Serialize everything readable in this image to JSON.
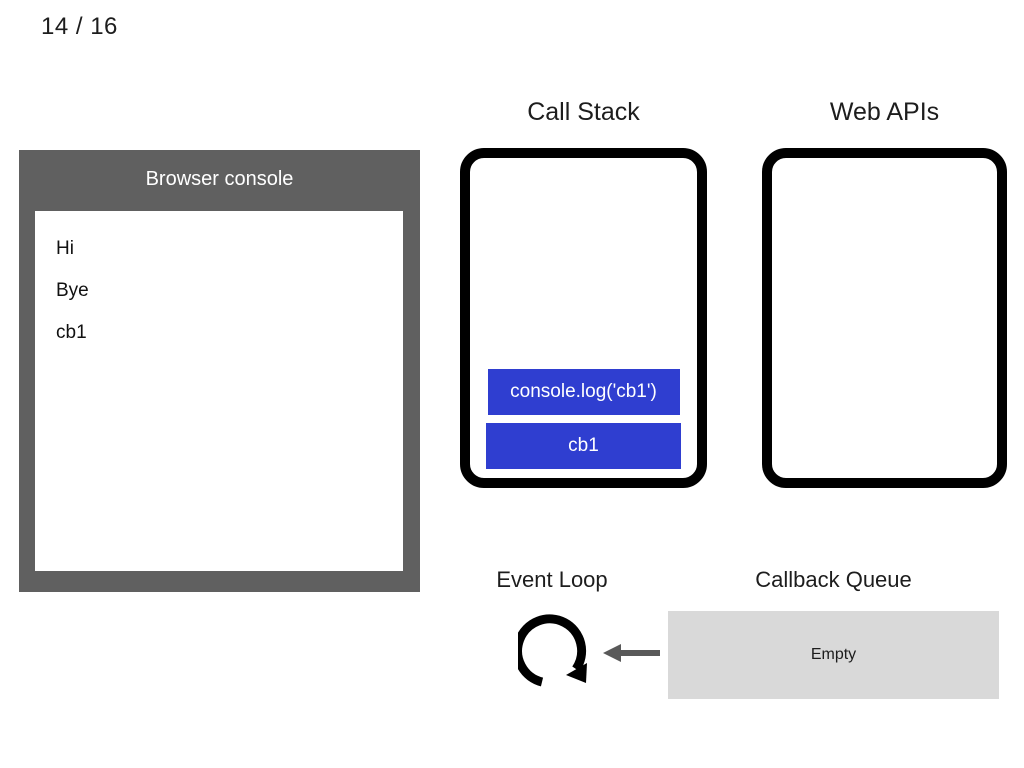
{
  "slide": {
    "counter": "14 / 16",
    "current": 14,
    "total": 16
  },
  "console": {
    "title": "Browser console",
    "lines": [
      "Hi",
      "Bye",
      "cb1"
    ],
    "frame_color": "#606060",
    "background": "#ffffff"
  },
  "call_stack": {
    "heading": "Call Stack",
    "frames": [
      {
        "label": "console.log('cb1')"
      },
      {
        "label": "cb1"
      }
    ],
    "frame_color": "#2f3ed0",
    "border_color": "#000000"
  },
  "web_apis": {
    "heading": "Web APIs",
    "items": [],
    "border_color": "#000000"
  },
  "event_loop": {
    "heading": "Event Loop",
    "icon": "circular-arrow-icon",
    "arrow": "left-arrow-icon",
    "arrow_color": "#595959"
  },
  "callback_queue": {
    "heading": "Callback Queue",
    "status": "Empty",
    "background": "#d9d9d9"
  }
}
